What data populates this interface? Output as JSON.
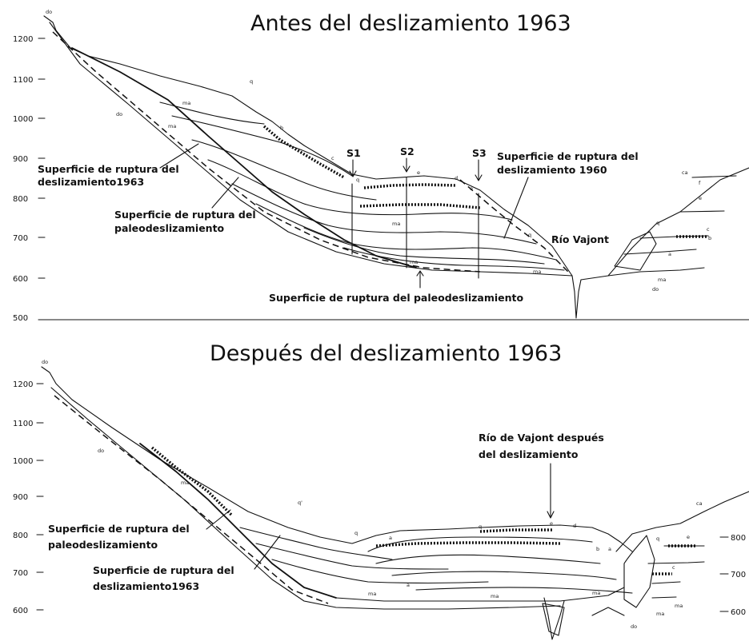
{
  "titles": {
    "before": "Antes del deslizamiento 1963",
    "after": "Después del deslizamiento 1963"
  },
  "axis_before": {
    "ticks": [
      "1200",
      "1100",
      "1000",
      "900",
      "800",
      "700",
      "600",
      "500"
    ]
  },
  "axis_after": {
    "left_ticks": [
      "1200",
      "1100",
      "1000",
      "900",
      "800",
      "700",
      "600"
    ],
    "right_ticks": [
      "800",
      "700",
      "600"
    ]
  },
  "labels_before": {
    "surface_1963_line1": "Superficie de ruptura del",
    "surface_1963_line2": "deslizamiento1963",
    "paleo_line1": "Superficie de ruptura del",
    "paleo_line2": "paleodeslizamiento",
    "surface_1960_line1": "Superficie de ruptura del",
    "surface_1960_line2": "deslizamiento 1960",
    "river": "Río Vajont",
    "paleo_bottom": "Superficie de ruptura del paleodeslizamiento",
    "s1": "S1",
    "s2": "S2",
    "s3": "S3"
  },
  "labels_after": {
    "paleo_line1": "Superficie de ruptura del",
    "paleo_line2": "paleodeslizamiento",
    "surface_1963_line1": "Superficie de ruptura del",
    "surface_1963_line2": "deslizamiento1963",
    "river_line1": "Río de Vajont después",
    "river_line2": "del deslizamiento"
  },
  "unit_codes": {
    "do": "do",
    "ma": "ma",
    "q": "q",
    "b": "b",
    "c": "c",
    "d": "d",
    "e": "e",
    "a": "a",
    "ca": "ca",
    "f": "f",
    "q_prime": "q'"
  }
}
